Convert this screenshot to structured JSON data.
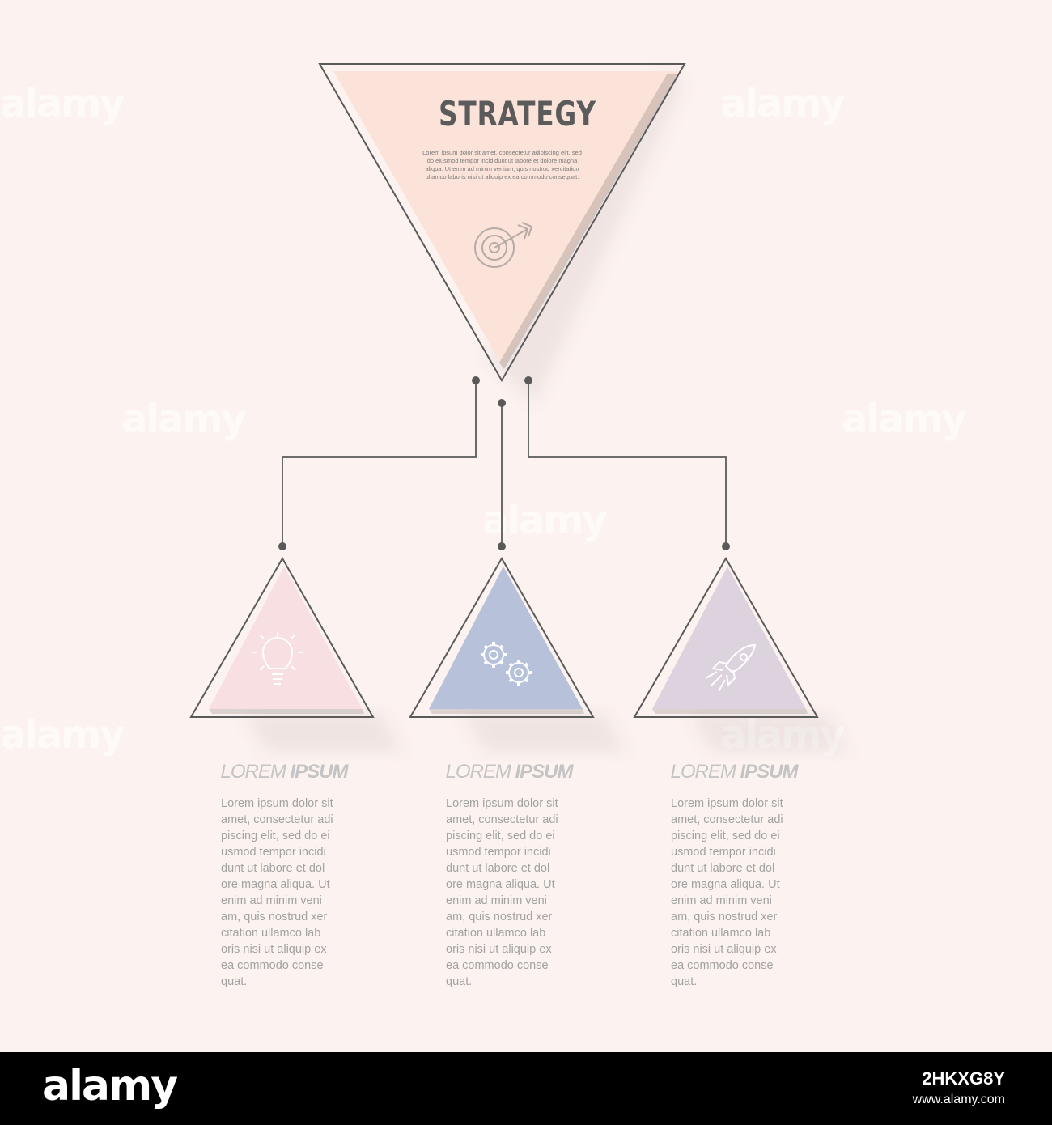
{
  "top": {
    "title": "STRATEGY",
    "body": "Lorem ipsum dolor sit amet, consectetur adipiscing elit, sed do eiusmod tempor incididunt ut labore et dolore magna aliqua. Ut enim ad minim veniam, quis nostrud xercitation ullamco laboris nisi ut aliquip ex ea commodo consequat.",
    "icon": "target-arrow-icon",
    "fill": "#fbe3d9"
  },
  "columns": [
    {
      "title_light": "LOREM",
      "title_bold": "IPSUM",
      "icon": "lightbulb-icon",
      "fill": "#f8dfe1",
      "body_lines": [
        "Lorem ipsum dolor sit",
        "amet, consectetur adi",
        "piscing elit, sed do ei",
        "usmod tempor incidi",
        "dunt ut labore et dol",
        "ore magna aliqua. Ut",
        "enim ad minim veni",
        "am, quis nostrud xer",
        "citation ullamco lab",
        "oris nisi ut aliquip ex",
        "ea commodo conse",
        "quat."
      ]
    },
    {
      "title_light": "LOREM",
      "title_bold": "IPSUM",
      "icon": "gears-icon",
      "fill": "#b7c1da",
      "body_lines": [
        "Lorem ipsum dolor sit",
        "amet, consectetur adi",
        "piscing elit, sed do ei",
        "usmod tempor incidi",
        "dunt ut labore et dol",
        "ore magna aliqua. Ut",
        "enim ad minim veni",
        "am, quis nostrud xer",
        "citation ullamco lab",
        "oris nisi ut aliquip ex",
        "ea commodo conse",
        "quat."
      ]
    },
    {
      "title_light": "LOREM",
      "title_bold": "IPSUM",
      "icon": "rocket-icon",
      "fill": "#ddd3de",
      "body_lines": [
        "Lorem ipsum dolor sit",
        "amet, consectetur adi",
        "piscing elit, sed do ei",
        "usmod tempor incidi",
        "dunt ut labore et dol",
        "ore magna aliqua. Ut",
        "enim ad minim veni",
        "am, quis nostrud xer",
        "citation ullamco lab",
        "oris nisi ut aliquip ex",
        "ea commodo conse",
        "quat."
      ]
    }
  ],
  "colors": {
    "background": "#fcf3f0",
    "line": "#5a5a5a",
    "icon_stroke": "#ffffff",
    "top_icon_stroke": "#b5aaa5"
  },
  "watermark": {
    "text": "alamy"
  },
  "footer": {
    "logo": "alamy",
    "image_id": "2HKXG8Y",
    "url": "www.alamy.com"
  }
}
